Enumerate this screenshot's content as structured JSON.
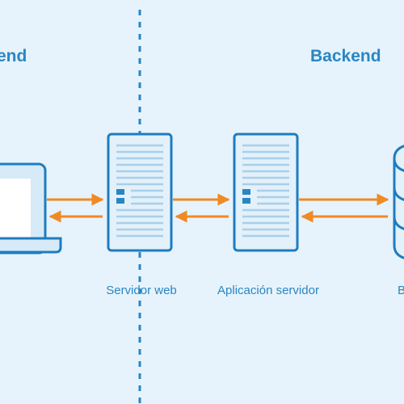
{
  "diagram": {
    "frontend_heading": "end",
    "backend_heading": "Backend",
    "nodes": {
      "client": {
        "label": ""
      },
      "web_server": {
        "label": "Servidor web"
      },
      "app_server": {
        "label": "Aplicación servidor"
      },
      "database": {
        "label": "B"
      }
    }
  },
  "colors": {
    "background": "#e6f3fc",
    "accent": "#2a86c3",
    "outline": "#1e7cc0",
    "server_fill": "#e3f1fb",
    "server_lines": "#a9cfea",
    "device_fill": "#d6eaf8",
    "screen_fill": "#ffffff",
    "arrow": "#f08a24",
    "divider": "#2a86c3",
    "label_text": "#2a86c3"
  }
}
